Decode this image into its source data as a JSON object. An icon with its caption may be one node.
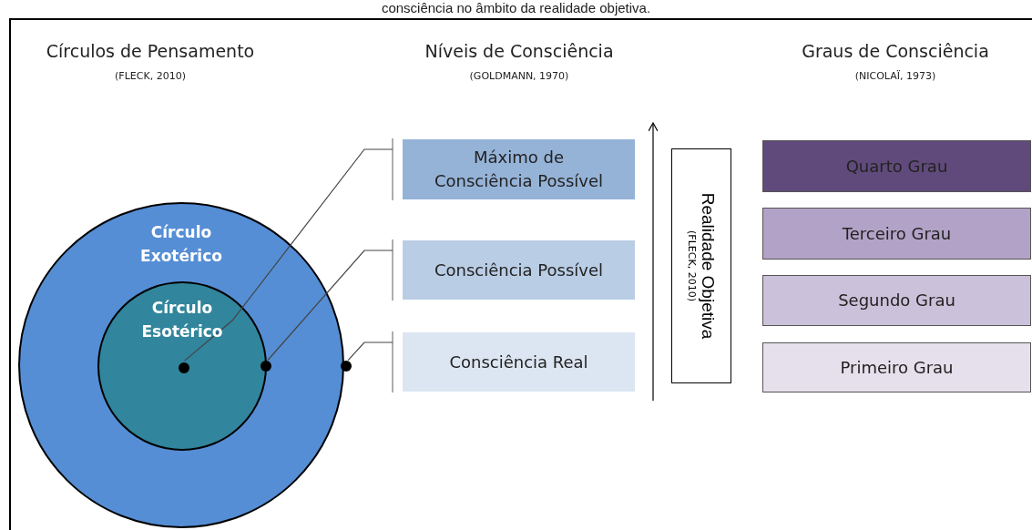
{
  "diagram": {
    "nodes": [
      {
        "text": [
          "Círculo Exotérico"
        ]
      },
      {
        "text": [
          "Círculo Esotérico"
        ],
        "in": 0
      },
      {
        "text": [],
        "shape": "circle",
        "in": 1
      },
      {
        "text": [],
        "shape": "circle",
        "in": 0
      },
      {
        "text": [],
        "shape": "circle",
        "in": 0
      },
      {
        "text": [
          "Máximo de Consciência Possível"
        ]
      },
      {
        "text": [
          "Consciência Possível"
        ]
      },
      {
        "text": [
          "Consciência Real"
        ]
      },
      {
        "text": [
          "Realidade Objetiva",
          "(FLECK, 2010)"
        ]
      },
      {
        "text": [
          "Quarto Grau"
        ]
      },
      {
        "text": [
          "Terceiro Grau"
        ]
      },
      {
        "text": [
          "Segundo Grau"
        ]
      },
      {
        "text": [
          "Primeiro Grau"
        ]
      }
    ],
    "edges": [
      {
        "from": 2,
        "to": 5,
        "arrow": "none"
      },
      {
        "from": 3,
        "to": 6,
        "arrow": "none"
      },
      {
        "from": 4,
        "to": 7,
        "arrow": "none"
      }
    ],
    "labels": [
      "consciência no âmbito da realidade objetiva.",
      "Círculos de Pensamento",
      "(FLECK, 2010)",
      "Níveis de Consciência",
      "(GOLDMANN, 1970)",
      "Graus de Consciência",
      "(NICOLAÏ, 1973)"
    ]
  }
}
